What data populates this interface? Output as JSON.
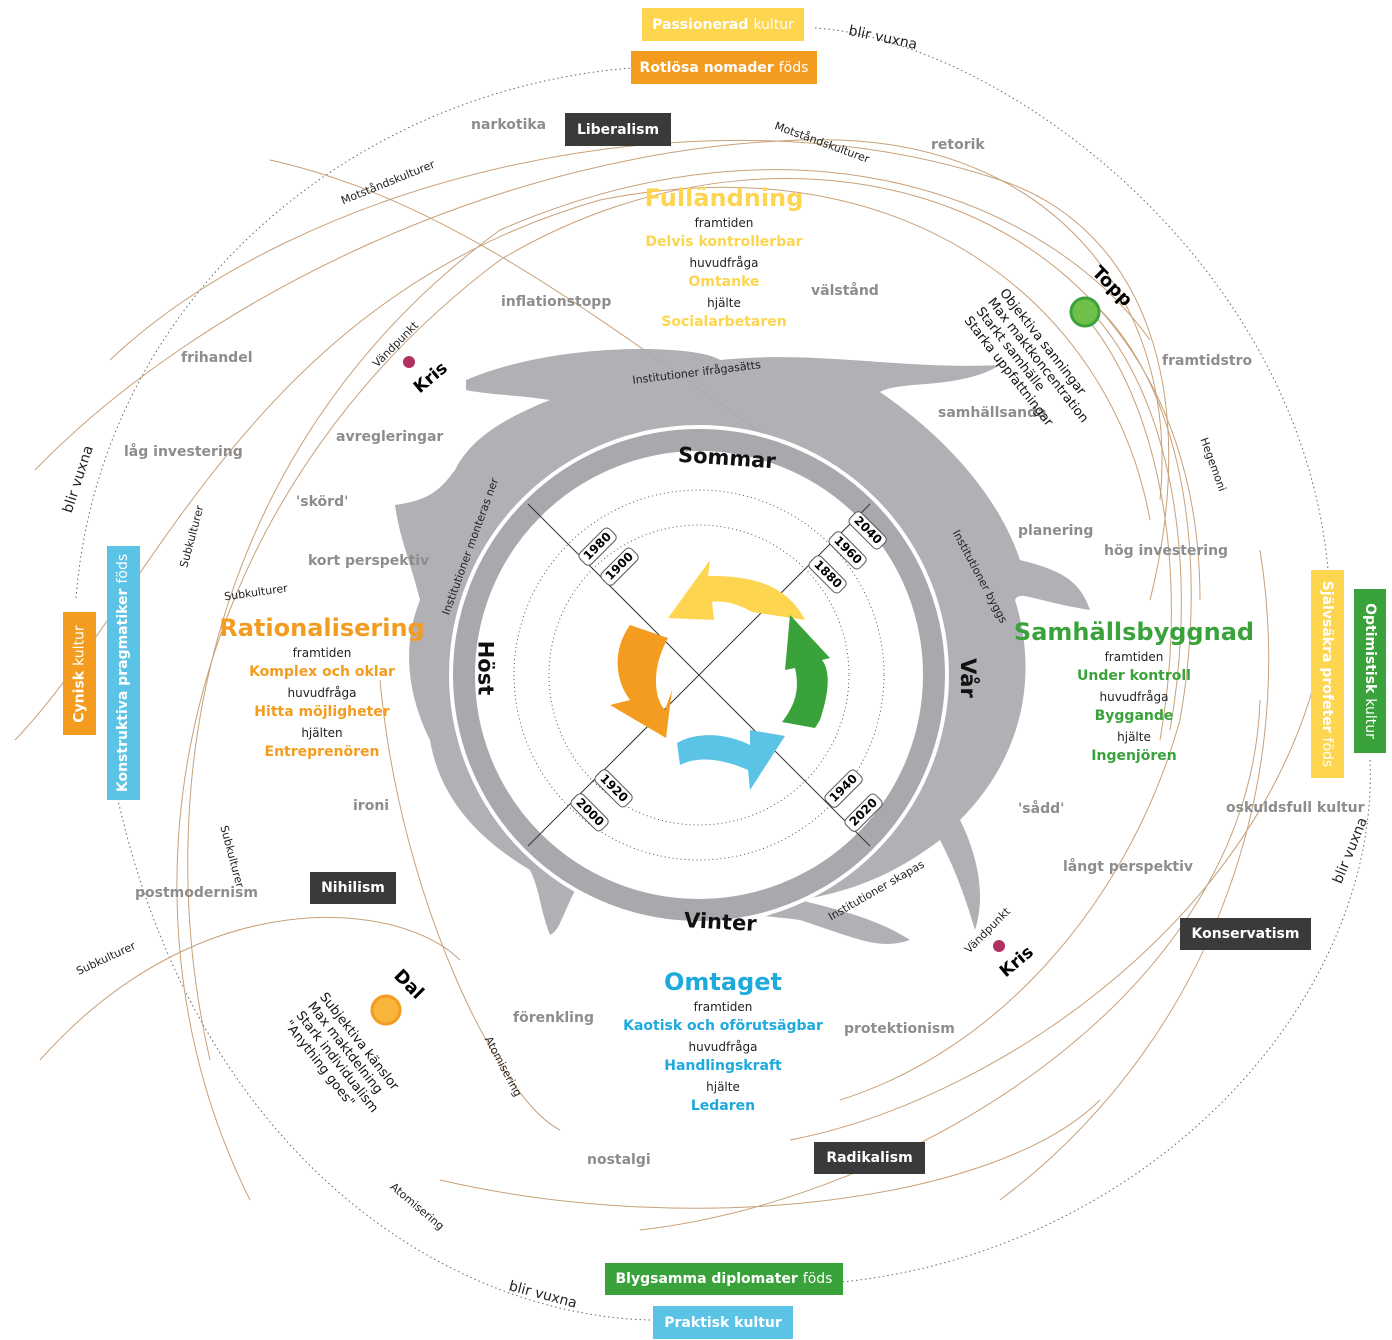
{
  "colors": {
    "summer": "#fdd54f",
    "autumn": "#f39c1f",
    "spring": "#3aa23a",
    "winter": "#5bc3e6",
    "gray_words": "#8d8d8d",
    "ideology_box": "#3a3a3a",
    "band": "#a9a9ad",
    "brown_lines": "#c8a07a"
  },
  "generations": {
    "passionerad": {
      "name": "Passionerad",
      "suffix": "kultur"
    },
    "rotlosa": {
      "name": "Rotlösa nomader",
      "suffix": "föds"
    },
    "cynisk": {
      "name": "Cynisk",
      "suffix": "kultur"
    },
    "konstruktiva": {
      "name": "Konstruktiva pragmatiker",
      "suffix": "föds"
    },
    "sjalvsakra": {
      "name": "Självsäkra profeter",
      "suffix": "föds"
    },
    "optimistisk": {
      "name": "Optimistisk",
      "suffix": "kultur"
    },
    "blygsamma": {
      "name": "Blygsamma diplomater",
      "suffix": "föds"
    },
    "praktisk": {
      "name": "Praktisk kultur",
      "suffix": ""
    }
  },
  "blir_vuxna": "blir vuxna",
  "ideologies": {
    "liberalism": "Liberalism",
    "nihilism": "Nihilism",
    "konservatism": "Konservatism",
    "radikalism": "Radikalism"
  },
  "words": {
    "narkotika": "narkotika",
    "retorik": "retorik",
    "inflationstopp": "inflationstopp",
    "valstand": "välstånd",
    "frihandel": "frihandel",
    "framtidstro": "framtidstro",
    "avregleringar": "avregleringar",
    "samhallsanda": "samhällsanda",
    "lag_investering": "låg investering",
    "skord": "'skörd'",
    "planering": "planering",
    "hog_investering": "hög investering",
    "kort_perspektiv": "kort perspektiv",
    "ironi": "ironi",
    "sadd": "'sådd'",
    "oskuldsfull": "oskuldsfull kultur",
    "langt_perspektiv": "långt perspektiv",
    "postmodernism": "postmodernism",
    "forenkling": "förenkling",
    "protektionism": "protektionism",
    "nostalgi": "nostalgi"
  },
  "phases": {
    "fullandning": {
      "title": "Fulländning",
      "l1": "framtiden",
      "v1": "Delvis kontrollerbar",
      "l2": "huvudfråga",
      "v2": "Omtanke",
      "l3": "hjälte",
      "v3": "Socialarbetaren"
    },
    "rationalisering": {
      "title": "Rationalisering",
      "l1": "framtiden",
      "v1": "Komplex och oklar",
      "l2": "huvudfråga",
      "v2": "Hitta möjligheter",
      "l3": "hjälten",
      "v3": "Entreprenören"
    },
    "samhallsbyggnad": {
      "title": "Samhällsbyggnad",
      "l1": "framtiden",
      "v1": "Under kontroll",
      "l2": "huvudfråga",
      "v2": "Byggande",
      "l3": "hjälte",
      "v3": "Ingenjören"
    },
    "omtaget": {
      "title": "Omtaget",
      "l1": "framtiden",
      "v1": "Kaotisk och oförutsägbar",
      "l2": "huvudfråga",
      "v2": "Handlingskraft",
      "l3": "hjälte",
      "v3": "Ledaren"
    }
  },
  "seasons": {
    "sommar": "Sommar",
    "host": "Höst",
    "var": "Vår",
    "vinter": "Vinter"
  },
  "years": {
    "y1980": "1980",
    "y1900": "1900",
    "y2040": "2040",
    "y1960": "1960",
    "y1880": "1880",
    "y1920": "1920",
    "y2000": "2000",
    "y1940": "1940",
    "y2020": "2020"
  },
  "band_labels": {
    "ifragasatts": "Institutioner ifrågasätts",
    "monteras": "Institutioner monteras ner",
    "byggs": "Institutioner byggs",
    "skapas": "Institutioner skapas"
  },
  "curve_labels": {
    "motstand1": "Motståndskulturer",
    "motstand2": "Motståndskulturer",
    "hegemoni": "Hegemoni",
    "sub1": "Subkulturer",
    "sub2": "Subkulturer",
    "sub3": "Subkulturer",
    "sub4": "Subkulturer",
    "atom1": "Atomisering",
    "atom2": "Atomisering"
  },
  "points": {
    "topp": {
      "label": "Topp",
      "lines": [
        "Objektiva sanningar",
        "Max maktkoncentration",
        "Starkt samhälle",
        "Starka uppfattningar"
      ]
    },
    "dal": {
      "label": "Dal",
      "lines": [
        "Subjektiva känslor",
        "Max maktdelning",
        "Stark individualism",
        "\"Anything goes\""
      ]
    },
    "kris_top": {
      "label": "Kris",
      "vandpunkt": "Vändpunkt"
    },
    "kris_bottom": {
      "label": "Kris",
      "vandpunkt": "Vändpunkt"
    }
  }
}
